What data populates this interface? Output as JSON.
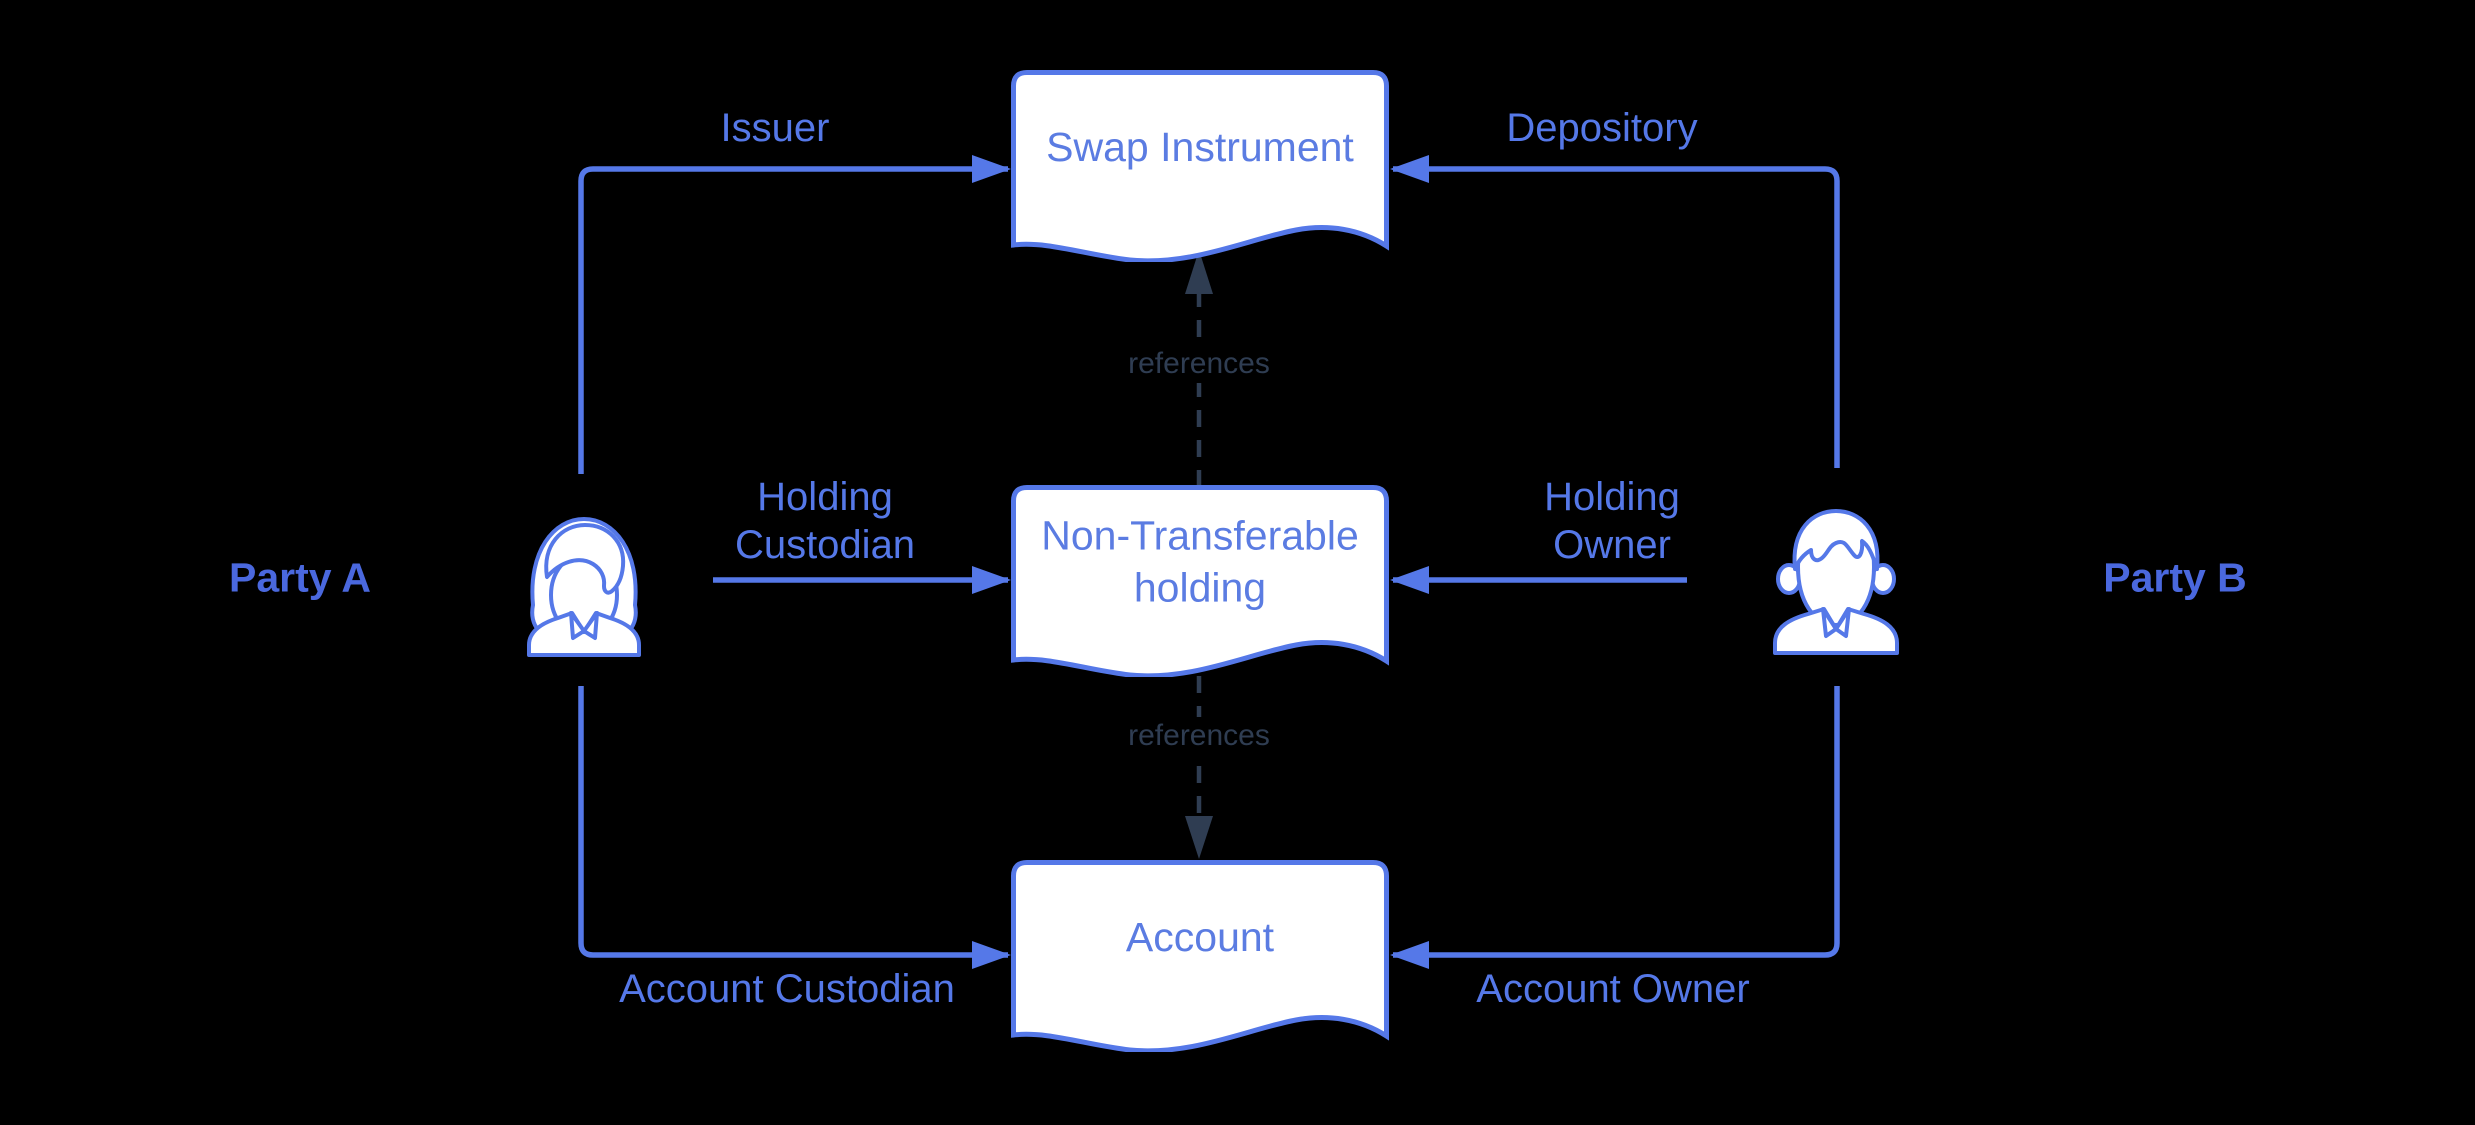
{
  "background_color": "#000000",
  "colors": {
    "accent_blue": "#5578e8",
    "node_text_blue": "#5b7ce2",
    "party_text_blue": "#4a68de",
    "reference_dark": "#2f3d52",
    "node_fill": "#ffffff"
  },
  "parties": {
    "a": {
      "label": "Party A",
      "icon": "woman-person-icon"
    },
    "b": {
      "label": "Party B",
      "icon": "man-person-icon"
    }
  },
  "nodes": {
    "swap": {
      "label": "Swap Instrument",
      "shape": "document"
    },
    "holding": {
      "label": "Non-Transferable holding",
      "shape": "document"
    },
    "account": {
      "label": "Account",
      "shape": "document"
    }
  },
  "edges": {
    "issuer": {
      "label": "Issuer"
    },
    "depository": {
      "label": "Depository"
    },
    "holding_custodian": {
      "label": "Holding Custodian"
    },
    "holding_owner": {
      "label": "Holding Owner"
    },
    "account_custodian": {
      "label": "Account Custodian"
    },
    "account_owner": {
      "label": "Account Owner"
    },
    "references_top": {
      "label": "references"
    },
    "references_bottom": {
      "label": "references"
    }
  }
}
